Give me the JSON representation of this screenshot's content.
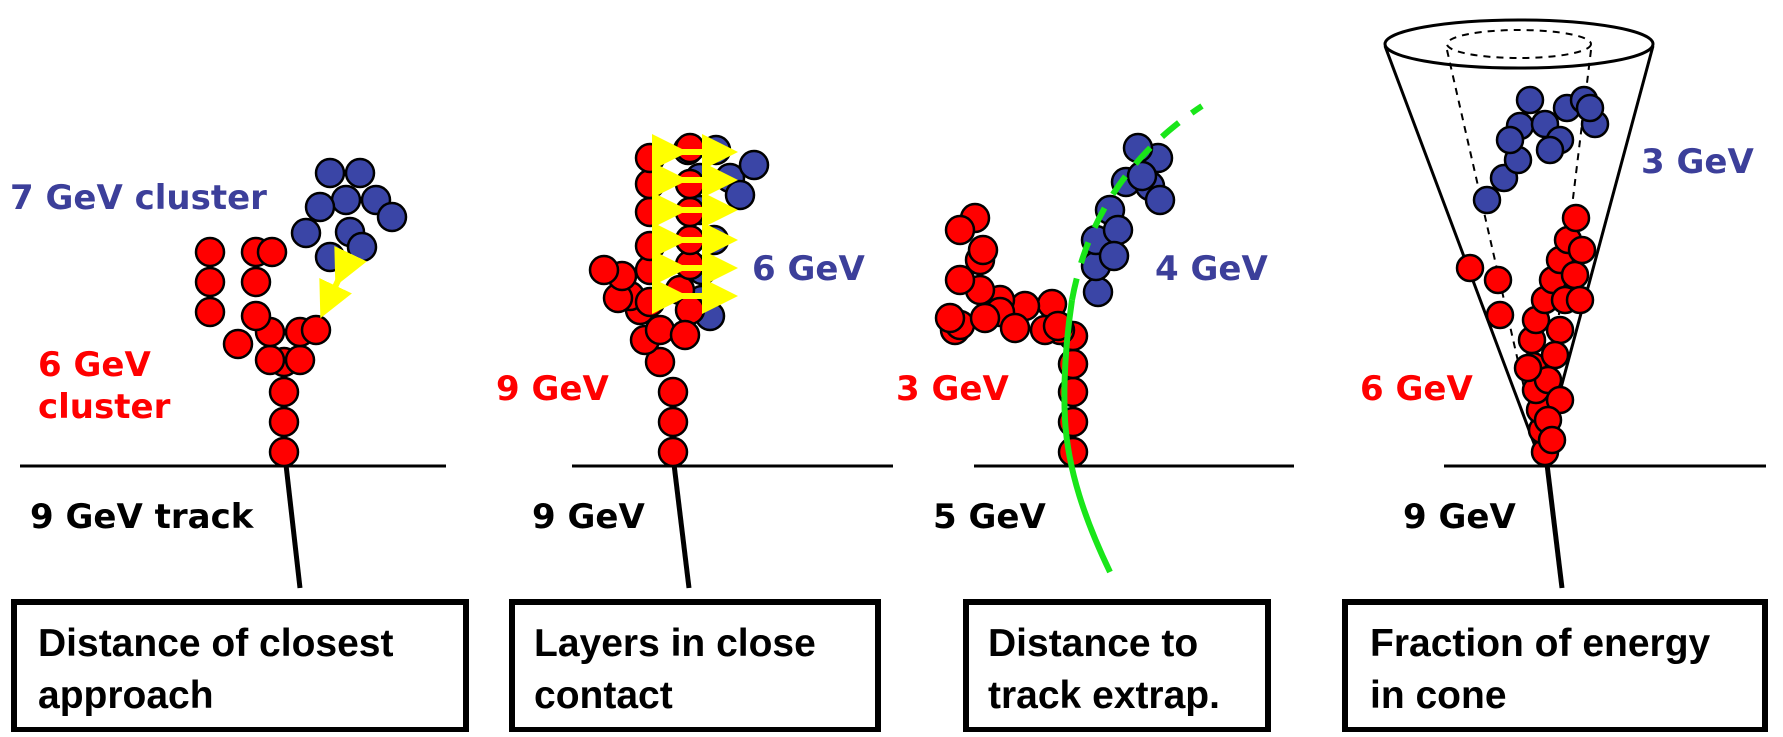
{
  "colors": {
    "red_hit": "#ff0000",
    "blue_hit": "#3a45a6",
    "arrow": "#ffff00",
    "track_extrap": "#19e619",
    "outline": "#000000"
  },
  "panels": [
    {
      "title_line1": "Distance of closest",
      "title_line2": "approach",
      "blue_label": "7 GeV cluster",
      "red_label_line1": "6 GeV",
      "red_label_line2": "cluster",
      "track_label": "9 GeV track"
    },
    {
      "title_line1": "Layers in close",
      "title_line2": "contact",
      "blue_label": "6 GeV",
      "red_label": "9 GeV",
      "track_label": "9 GeV"
    },
    {
      "title_line1": "Distance to",
      "title_line2": "track extrap.",
      "blue_label": "4 GeV",
      "red_label": "3 GeV",
      "track_label": "5 GeV"
    },
    {
      "title_line1": "Fraction of energy",
      "title_line2": "in cone",
      "blue_label": "3 GeV",
      "red_label": "6 GeV",
      "track_label": "9 GeV"
    }
  ]
}
